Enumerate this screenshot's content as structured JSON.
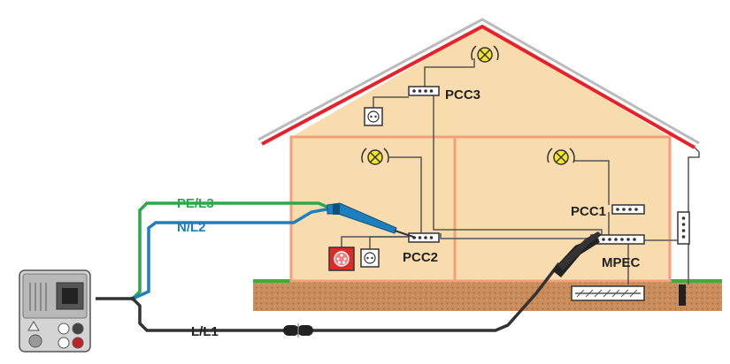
{
  "labels": {
    "pe_l3": "PE/L3",
    "n_l2": "N/L2",
    "l_l1": "L/L1",
    "pcc1": "PCC1",
    "pcc2": "PCC2",
    "pcc3": "PCC3",
    "mpec": "MPEC"
  },
  "colors": {
    "roof": "#e8202a",
    "wall": "#f8dcae",
    "wall_border": "#f2a07a",
    "ground": "#c98c5a",
    "grass": "#3cae3c",
    "pe_wire": "#2aa84a",
    "n_wire": "#1e7fc0",
    "l_wire": "#222222",
    "label_green": "#2aa84a",
    "label_blue": "#1e7fc0",
    "socket_red": "#e02a2a",
    "lamp": "#f5e62a"
  },
  "icons": {
    "lamp": "lamp-icon",
    "socket": "socket-icon",
    "industrial_socket": "industrial-socket-icon",
    "instrument": "instrument-icon",
    "test_plug": "test-plug-icon",
    "crocodile_clip": "crocodile-clip-icon",
    "earth_electrode": "earth-electrode-icon"
  }
}
